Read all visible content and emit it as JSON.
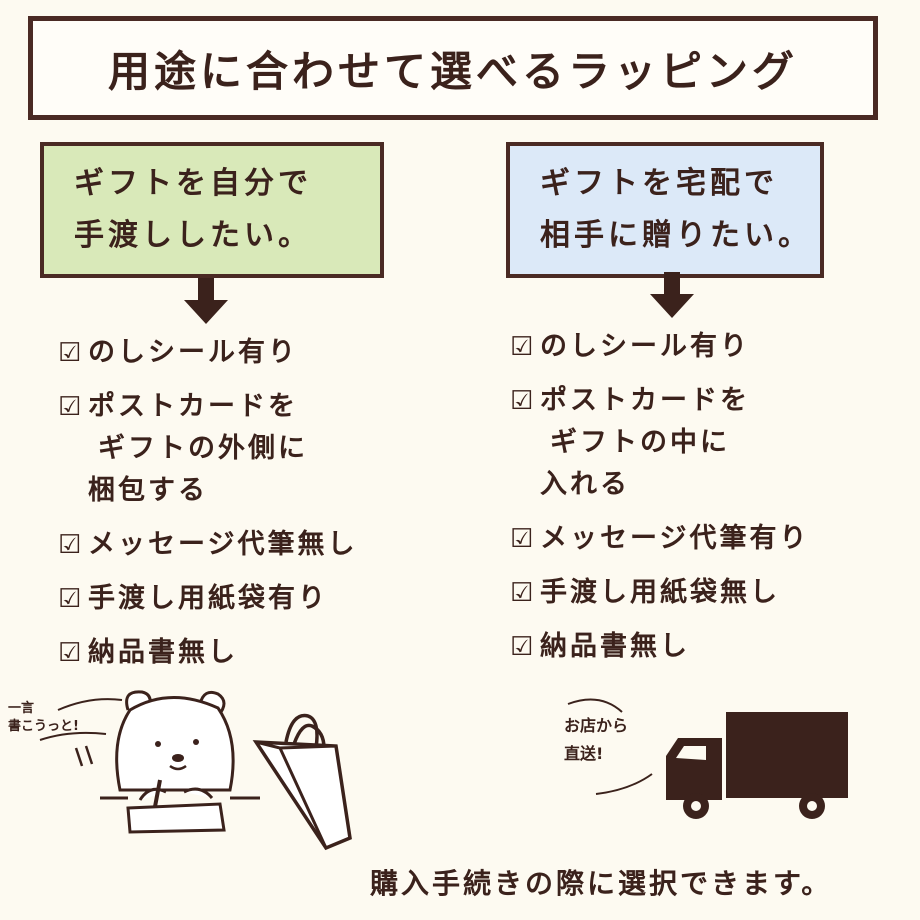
{
  "title": "用途に合わせて選べるラッピング",
  "left": {
    "heading_lines": [
      "ギフトを自分で",
      "手渡ししたい。"
    ],
    "items": [
      {
        "lines": [
          "のしシール有り"
        ]
      },
      {
        "lines": [
          "ポストカードを",
          "ギフトの外側に",
          "梱包する"
        ]
      },
      {
        "lines": [
          "メッセージ代筆無し"
        ]
      },
      {
        "lines": [
          "手渡し用紙袋有り"
        ]
      },
      {
        "lines": [
          "納品書無し"
        ]
      }
    ],
    "note_lines": [
      "一言",
      "書こうっと!"
    ]
  },
  "right": {
    "heading_lines": [
      "ギフトを宅配で",
      "相手に贈りたい。"
    ],
    "items": [
      {
        "lines": [
          "のしシール有り"
        ]
      },
      {
        "lines": [
          "ポストカードを",
          "ギフトの中に",
          "入れる"
        ]
      },
      {
        "lines": [
          "メッセージ代筆有り"
        ]
      },
      {
        "lines": [
          "手渡し用紙袋無し"
        ]
      },
      {
        "lines": [
          "納品書無し"
        ]
      }
    ],
    "note_lines": [
      "お店から",
      "直送!"
    ]
  },
  "check_mark": "☑",
  "footer": "購入手続きの際に選択できます。",
  "colors": {
    "ink": "#3b221c",
    "border": "#4a2a24",
    "left_fill": "#d9e9b9",
    "right_fill": "#dce9f8",
    "background": "#fdfaf1"
  },
  "icons": {
    "arrow": "down-arrow-icon",
    "bear": "bear-writing-illustration",
    "bag": "paper-bag-icon",
    "truck": "delivery-truck-icon"
  }
}
